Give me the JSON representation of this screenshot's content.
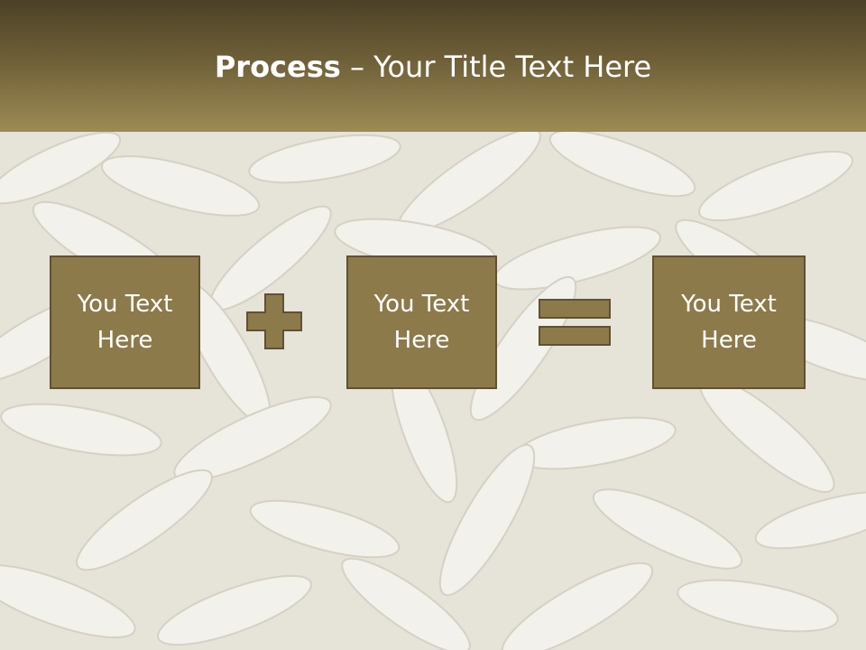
{
  "slide": {
    "title_bold": "Process",
    "title_rest": " – Your Title Text Here"
  },
  "process": {
    "box_1": "You Text Here",
    "box_2": "You Text Here",
    "box_3": "You Text Here",
    "operator_1": "plus-icon",
    "operator_2": "equals-icon"
  },
  "colors": {
    "header_top": "#4c4126",
    "header_bottom": "#9d8b54",
    "box_fill": "#8d7a4b",
    "box_border": "#5f5132",
    "text": "#ffffff"
  }
}
